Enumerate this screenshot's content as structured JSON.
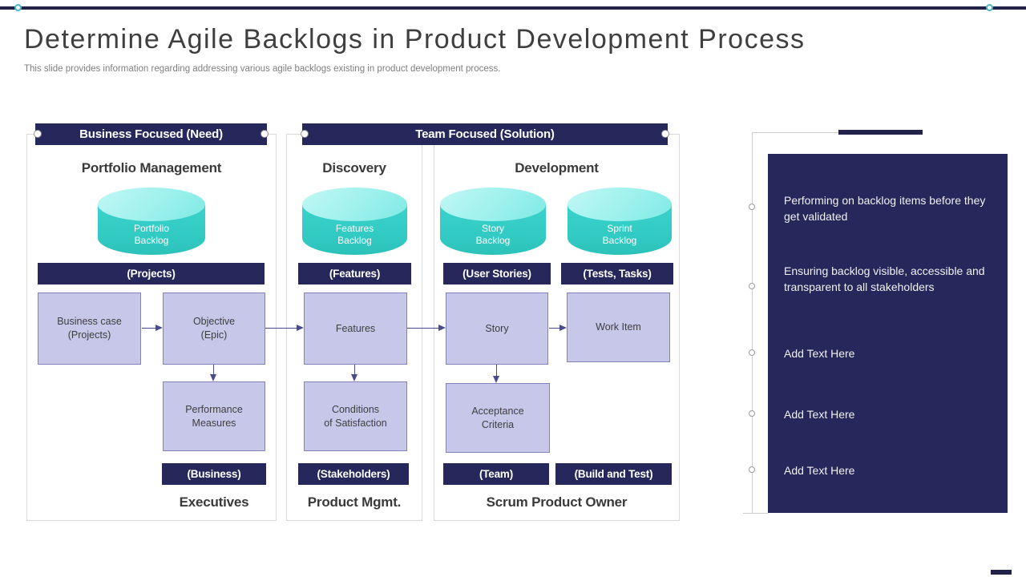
{
  "title": "Determine Agile Backlogs in Product Development Process",
  "subtitle": "This slide provides information regarding addressing various agile backlogs existing in product development process.",
  "sections": {
    "business_header": "Business Focused (Need)",
    "team_header": "Team Focused (Solution)"
  },
  "portfolio": {
    "heading": "Portfolio Management",
    "cylinder": {
      "lines": [
        "Portfolio",
        "Backlog"
      ]
    },
    "tag_top": "(Projects)",
    "boxes": {
      "business_case": {
        "lines": [
          "Business case",
          "(Projects)"
        ]
      },
      "objective": {
        "lines": [
          "Objective",
          "(Epic)"
        ]
      },
      "performance": {
        "lines": [
          "Performance",
          "Measures"
        ]
      }
    },
    "tag_bottom": "(Business)",
    "role": "Executives"
  },
  "discovery": {
    "heading": "Discovery",
    "cylinder": {
      "lines": [
        "Features",
        "Backlog"
      ]
    },
    "tag_top": "(Features)",
    "boxes": {
      "features": {
        "lines": [
          "Features"
        ]
      },
      "conditions": {
        "lines": [
          "Conditions",
          "of Satisfaction"
        ]
      }
    },
    "tag_bottom": "(Stakeholders)",
    "role": "Product Mgmt."
  },
  "development": {
    "heading": "Development",
    "cylinder_story": {
      "lines": [
        "Story",
        "Backlog"
      ]
    },
    "cylinder_sprint": {
      "lines": [
        "Sprint",
        "Backlog"
      ]
    },
    "tag_top_left": "(User Stories)",
    "tag_top_right": "(Tests, Tasks)",
    "boxes": {
      "story": {
        "lines": [
          "Story"
        ]
      },
      "work_item": {
        "lines": [
          "Work Item"
        ]
      },
      "acceptance": {
        "lines": [
          "Acceptance",
          "Criteria"
        ]
      }
    },
    "tag_bottom_left": "(Team)",
    "tag_bottom_right": "(Build and Test)",
    "role": "Scrum Product Owner"
  },
  "notes": {
    "items": [
      {
        "text": "Performing on backlog items before they get validated"
      },
      {
        "text": "Ensuring backlog visible, accessible and transparent to all stakeholders"
      },
      {
        "text": "Add Text Here"
      },
      {
        "text": "Add Text Here"
      },
      {
        "text": "Add Text Here"
      }
    ]
  },
  "colors": {
    "navy": "#26275B",
    "navy_dark": "#22234B",
    "teal_body": "#32CBC3",
    "teal_top": "#9DF1ED",
    "lavender": "#C6C7E9",
    "lavender_border": "#8183B8",
    "arrow": "#4A4B8F",
    "panel_border": "#D9D9D9"
  }
}
